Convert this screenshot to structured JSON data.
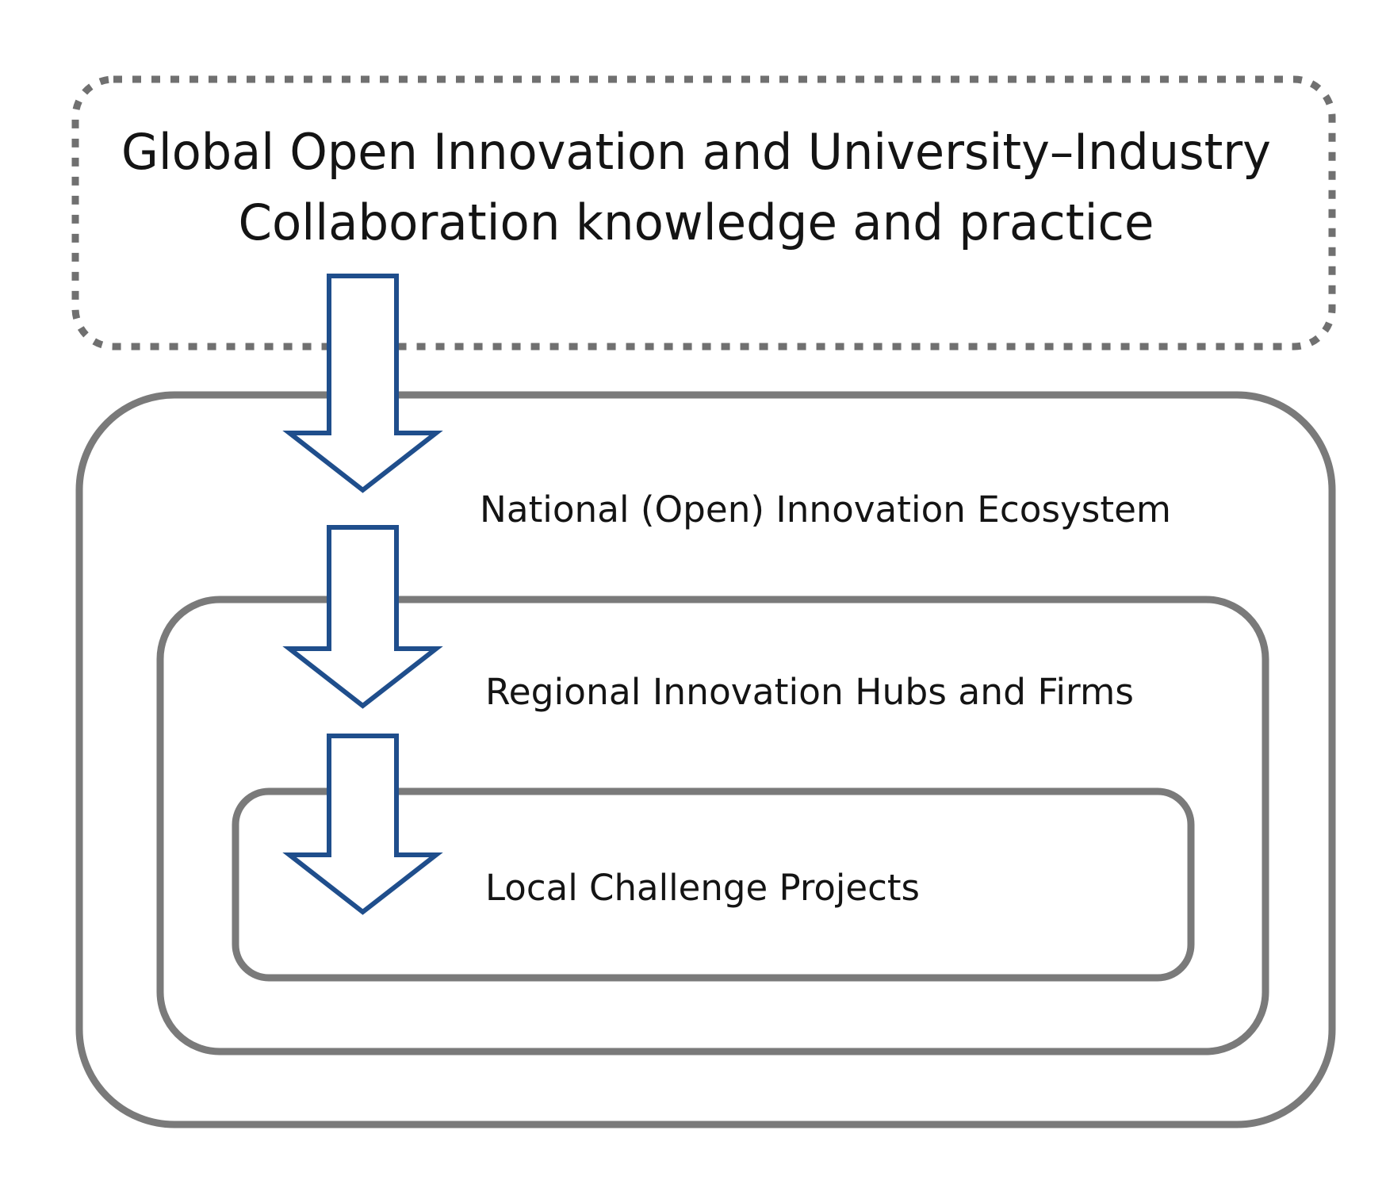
{
  "title_lines": [
    "Global Open Innovation and University–Industry",
    "Collaboration knowledge and practice"
  ],
  "levels": [
    {
      "label": "National (Open) Innovation Ecosystem"
    },
    {
      "label": "Regional Innovation Hubs and Firms"
    },
    {
      "label": "Local Challenge Projects"
    }
  ],
  "colors": {
    "dotted_border": "#707070",
    "box_border": "#7a7a7a",
    "arrow_stroke": "#1f4e8c",
    "arrow_fill": "#ffffff",
    "text": "#141414"
  }
}
